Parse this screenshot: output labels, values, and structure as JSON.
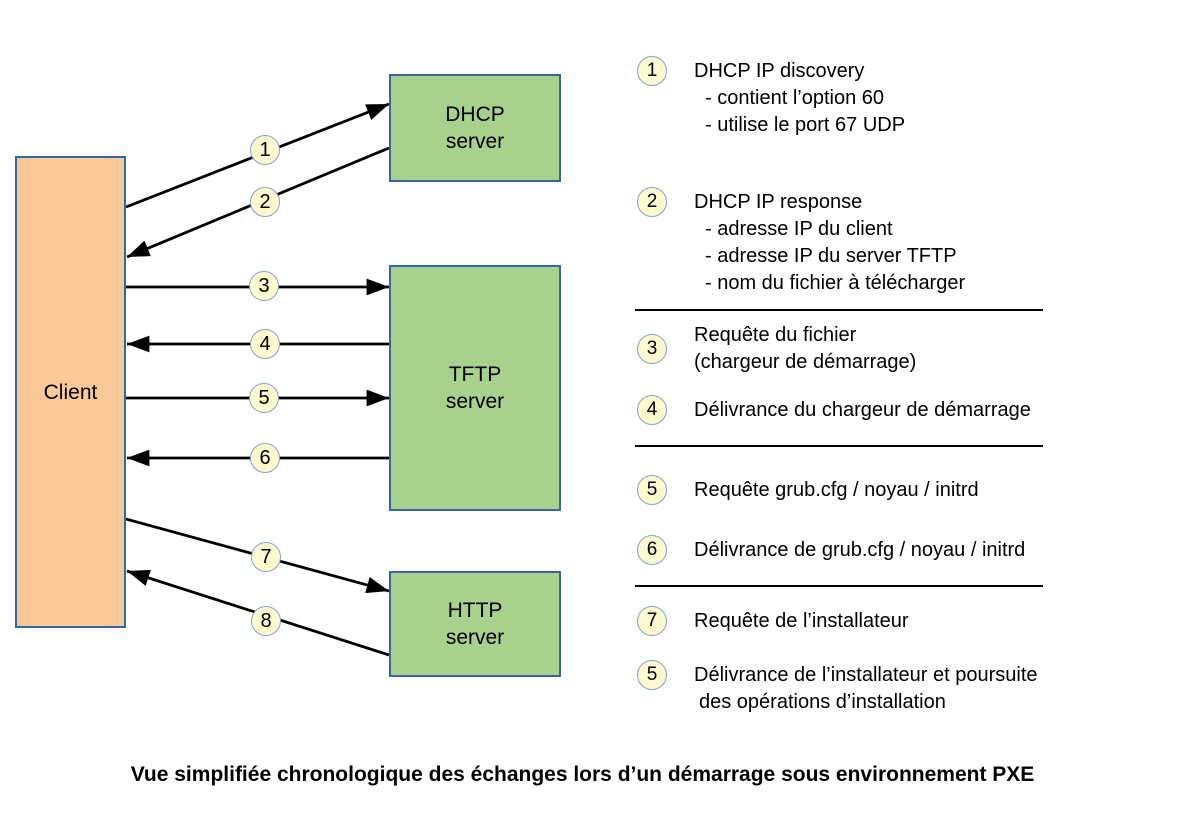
{
  "diagram": {
    "client": {
      "label": "Client"
    },
    "servers": [
      {
        "id": "dhcp",
        "name": "DHCP",
        "type": "server"
      },
      {
        "id": "tftp",
        "name": "TFTP",
        "type": "server"
      },
      {
        "id": "http",
        "name": "HTTP",
        "type": "server"
      }
    ],
    "arrow_numbers": [
      "1",
      "2",
      "3",
      "4",
      "5",
      "6",
      "7",
      "8"
    ]
  },
  "legend": {
    "items": [
      {
        "num": "1",
        "lines": [
          "DHCP IP discovery"
        ],
        "subs": [
          "- contient l’option 60",
          "- utilise le port 67 UDP"
        ]
      },
      {
        "num": "2",
        "lines": [
          "DHCP IP response"
        ],
        "subs": [
          "- adresse IP du client",
          "- adresse IP du server TFTP",
          "- nom du fichier à télécharger"
        ]
      },
      {
        "num": "3",
        "lines": [
          "Requête du fichier",
          "(chargeur de démarrage)"
        ]
      },
      {
        "num": "4",
        "lines": [
          "Délivrance du chargeur de démarrage"
        ]
      },
      {
        "num": "5",
        "lines": [
          "Requête grub.cfg / noyau / initrd"
        ]
      },
      {
        "num": "6",
        "lines": [
          "Délivrance de grub.cfg / noyau / initrd"
        ]
      },
      {
        "num": "7",
        "lines": [
          "Requête de l’installateur"
        ]
      },
      {
        "num": "5",
        "lines": [
          "Délivrance de l’installateur et poursuite",
          "des opérations d’installation"
        ]
      }
    ]
  },
  "caption": "Vue simplifiée chronologique des échanges lors d’un démarrage sous environnement PXE",
  "colors": {
    "server_box_fill": "#a9d18e",
    "client_box_fill": "#fac896",
    "box_border": "#3465a4",
    "badge_fill": "#fdf8cd",
    "badge_border": "#7ba4d6",
    "arrow": "#000000"
  }
}
